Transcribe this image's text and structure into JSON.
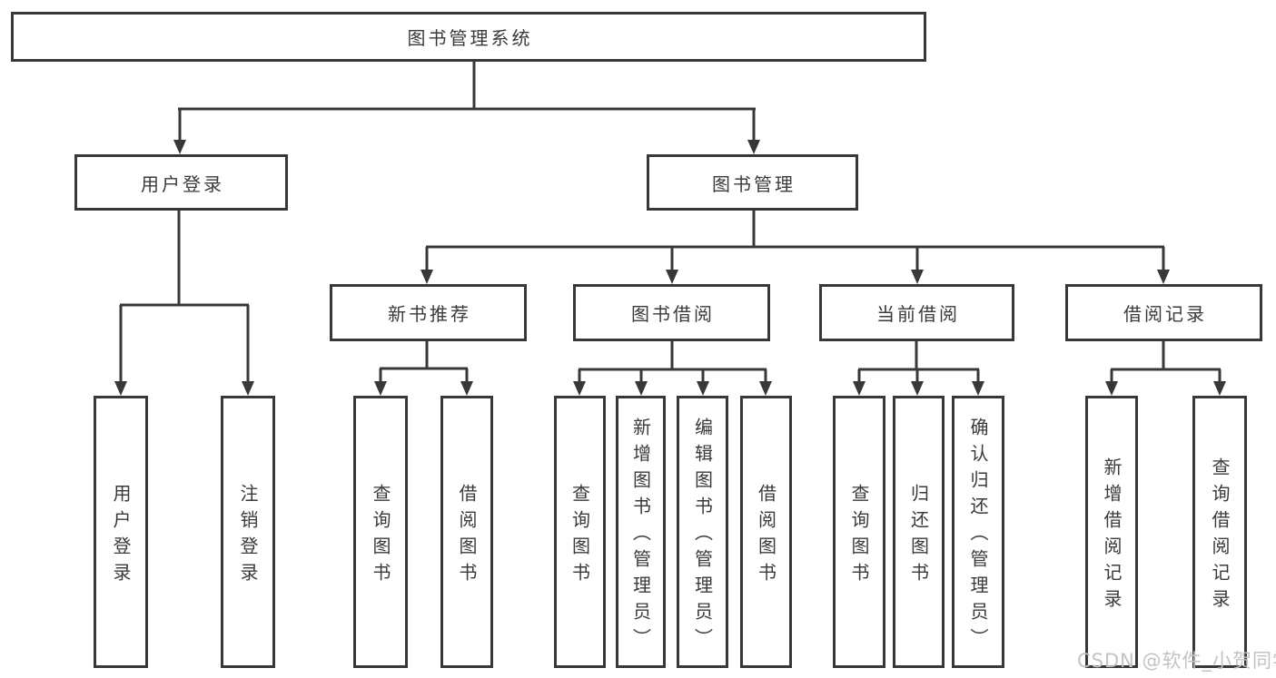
{
  "tree": {
    "root": "图书管理系统",
    "children": [
      {
        "label": "用户登录",
        "children": [
          "用户登录",
          "注销登录"
        ]
      },
      {
        "label": "图书管理",
        "children": [
          {
            "label": "新书推荐",
            "children": [
              "查询图书",
              "借阅图书"
            ]
          },
          {
            "label": "图书借阅",
            "children": [
              "查询图书",
              "新增图书（管理员）",
              "编辑图书（管理员）",
              "借阅图书"
            ]
          },
          {
            "label": "当前借阅",
            "children": [
              "查询图书",
              "归还图书",
              "确认归还（管理员）"
            ]
          },
          {
            "label": "借阅记录",
            "children": [
              "新增借阅记录",
              "查询借阅记录"
            ]
          }
        ]
      }
    ]
  },
  "watermark": "CSDN @软件_小贺同学",
  "colors": {
    "line": "#383838",
    "text": "#3a3a3a",
    "background": "#ffffff",
    "watermark": "#c3c3c3"
  }
}
